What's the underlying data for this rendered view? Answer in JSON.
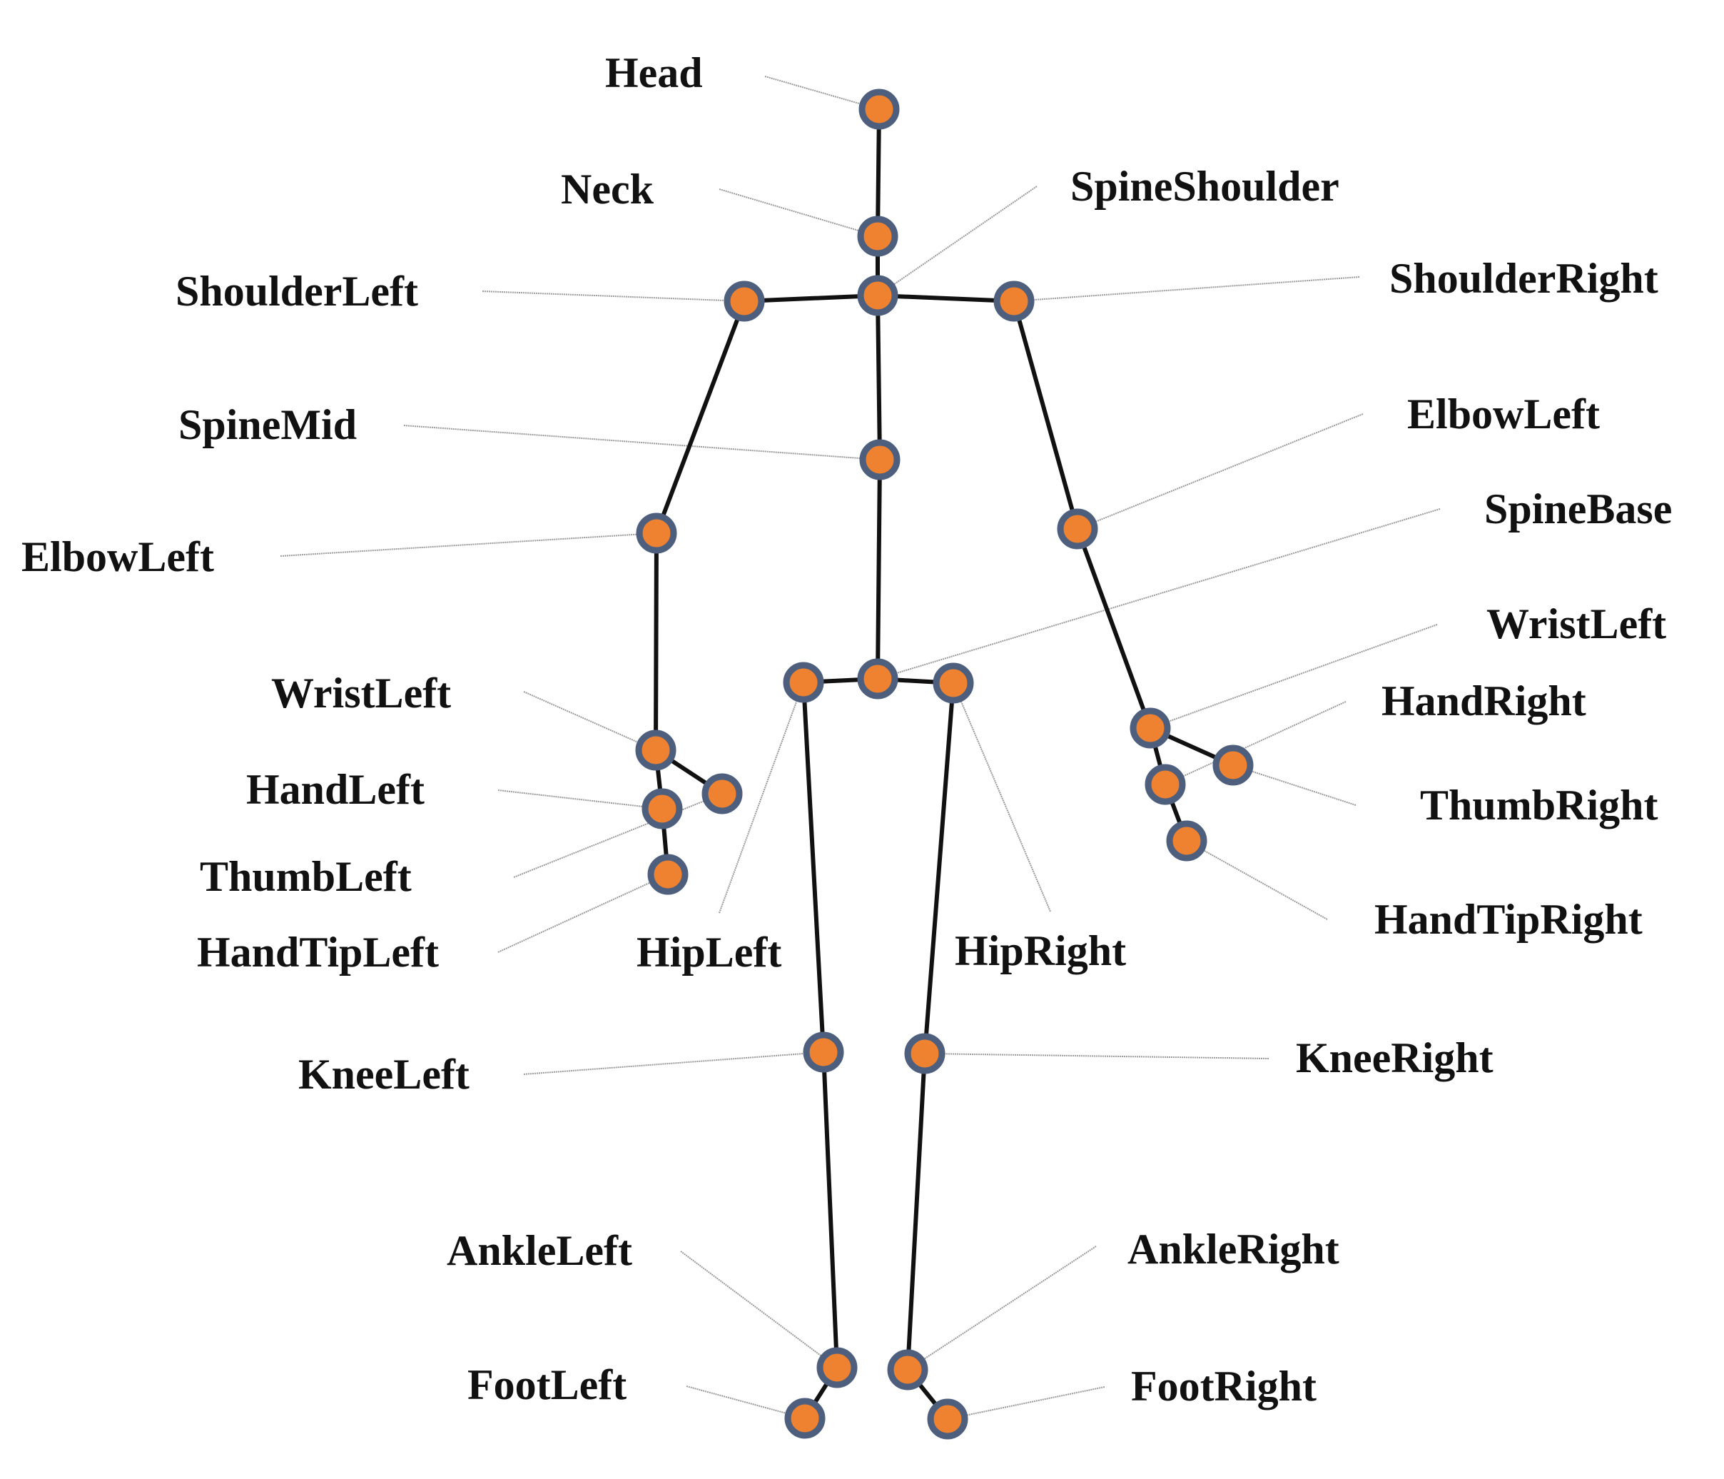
{
  "colors": {
    "joint_fill": "#EE8231",
    "joint_ring": "#4E5F7E",
    "bone": "#111111",
    "leader": "#999999"
  },
  "joints": [
    {
      "id": "head",
      "label": "Head"
    },
    {
      "id": "neck",
      "label": "Neck"
    },
    {
      "id": "spine-shoulder",
      "label": "SpineShoulder"
    },
    {
      "id": "shoulder-left",
      "label": "ShoulderLeft"
    },
    {
      "id": "shoulder-right",
      "label": "ShoulderRight"
    },
    {
      "id": "spine-mid",
      "label": "SpineMid"
    },
    {
      "id": "elbow-left-a",
      "label": "ElbowLeft"
    },
    {
      "id": "elbow-left-b",
      "label": "ElbowLeft"
    },
    {
      "id": "spine-base",
      "label": "SpineBase"
    },
    {
      "id": "wrist-left-a",
      "label": "WristLeft"
    },
    {
      "id": "wrist-left-b",
      "label": "WristLeft"
    },
    {
      "id": "hand-right",
      "label": "HandRight"
    },
    {
      "id": "hand-left",
      "label": "HandLeft"
    },
    {
      "id": "thumb-right",
      "label": "ThumbRight"
    },
    {
      "id": "thumb-left",
      "label": "ThumbLeft"
    },
    {
      "id": "hand-tip-left",
      "label": "HandTipLeft"
    },
    {
      "id": "hip-left",
      "label": "HipLeft"
    },
    {
      "id": "hip-right",
      "label": "HipRight"
    },
    {
      "id": "hand-tip-right",
      "label": "HandTipRight"
    },
    {
      "id": "knee-left",
      "label": "KneeLeft"
    },
    {
      "id": "knee-right",
      "label": "KneeRight"
    },
    {
      "id": "ankle-left",
      "label": "AnkleLeft"
    },
    {
      "id": "ankle-right",
      "label": "AnkleRight"
    },
    {
      "id": "foot-left",
      "label": "FootLeft"
    },
    {
      "id": "foot-right",
      "label": "FootRight"
    }
  ]
}
